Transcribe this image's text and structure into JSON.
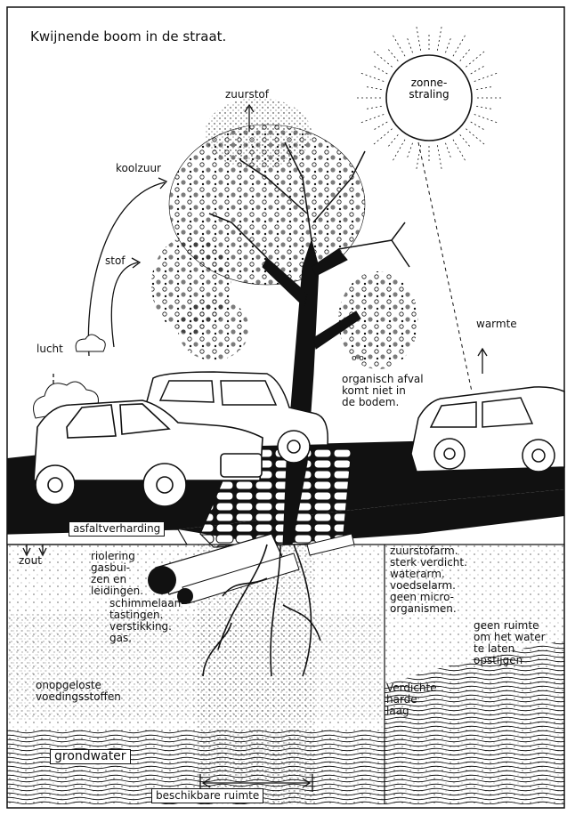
{
  "title": "Kwijnende boom in de straat.",
  "labels": {
    "zonnestraling": "zonne-\nstraling",
    "zuurstof": "zuurstof",
    "koolzuur": "koolzuur",
    "stof": "stof",
    "lucht": "lucht",
    "warmte": "warmte",
    "organisch_afval": "organisch afval\nkomt niet in\nde bodem.",
    "asfaltverharding": "asfaltverharding",
    "zout": "zout",
    "riolering": "riolering\ngasbui-\nzen en\nleidingen.",
    "schimmel": "schimmelaan-\ntastingen.\nverstikking.\ngas.",
    "onopgeloste": "onopgeloste\nvoedingsstoffen",
    "grondwater": "grondwater",
    "beschikbare_ruimte": "beschikbare ruimte",
    "zuurstofarm": "zuurstofarm.\nsterk verdicht.\nwaterarm.\nvoedselarm.\ngeen micro-\norganismen.",
    "geen_ruimte": "geen ruimte\nom het water\nte laten\nopstijgen",
    "verdichte": "Verdichte\nharde\nlaag"
  },
  "colors": {
    "ink": "#111111",
    "paper": "#ffffff"
  }
}
